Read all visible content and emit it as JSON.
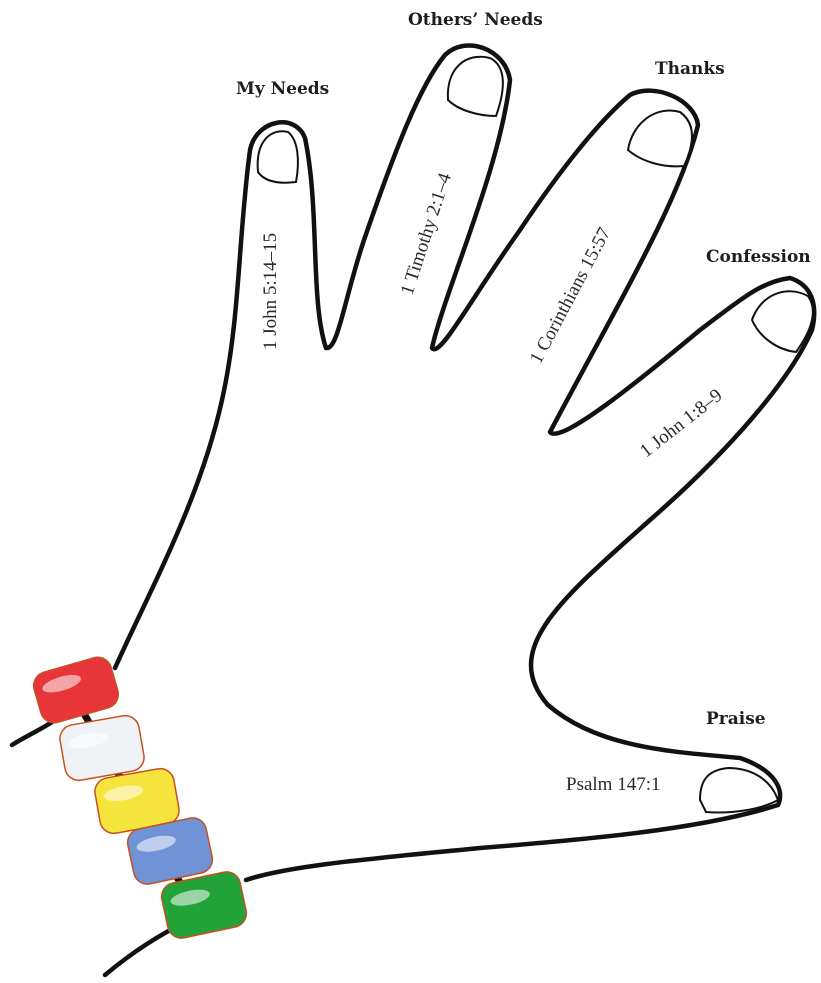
{
  "fingers": {
    "my_needs": {
      "heading": "My Needs",
      "verse": "1 John 5:14–15"
    },
    "others_needs": {
      "heading": "Others’ Needs",
      "verse": "1 Timothy 2:1–4"
    },
    "thanks": {
      "heading": "Thanks",
      "verse": "1 Corinthians 15:57"
    },
    "confession": {
      "heading": "Confession",
      "verse": "1 John 1:8–9"
    },
    "praise": {
      "heading": "Praise",
      "verse": "Psalm 147:1"
    }
  },
  "bracelet": {
    "beads": [
      {
        "name": "red-bead",
        "color": "#e8353a"
      },
      {
        "name": "white-bead",
        "color": "#eef2f4"
      },
      {
        "name": "yellow-bead",
        "color": "#f4e43c"
      },
      {
        "name": "blue-bead",
        "color": "#6f93d6"
      },
      {
        "name": "green-bead",
        "color": "#22a33a"
      }
    ],
    "bead_border_color": "#c8501e"
  }
}
